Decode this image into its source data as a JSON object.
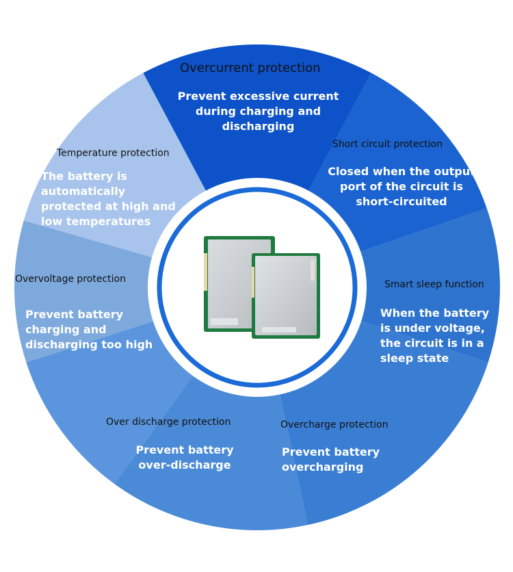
{
  "colors": {
    "ring": "#1a6ad8",
    "center_bg": "#ffffff",
    "segments": [
      "#0d52c9",
      "#1a63d1",
      "#2e74cf",
      "#3a7ed3",
      "#4b8ad6",
      "#5a95dd",
      "#7ea9dd",
      "#a8c4ec"
    ]
  },
  "segments": [
    {
      "title": "Overcurrent protection",
      "text": "Prevent excessive current\nduring charging and\ndischarging"
    },
    {
      "title": "Short circuit protection",
      "text": "Closed when the output\nport of the circuit is\nshort-circuited"
    },
    {
      "title": "Smart sleep function",
      "text": "When the battery\nis under voltage,\nthe circuit is in a\nsleep state"
    },
    {
      "title": "Overcharge protection",
      "text": "Prevent battery\novercharging"
    },
    {
      "title": "Over discharge protection",
      "text": "Prevent battery\nover-discharge"
    },
    {
      "title": "Overvoltage protection",
      "text": "Prevent battery\ncharging and\ndischarging too high"
    },
    {
      "title": "Temperature protection",
      "text": "The battery is\nautomatically\nprotected at high and\nlow temperatures"
    }
  ]
}
